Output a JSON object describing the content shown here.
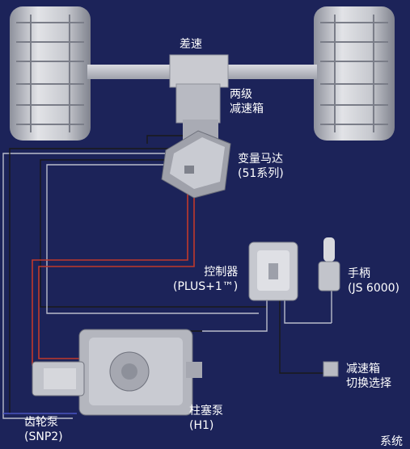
{
  "labels": {
    "differential": "差速",
    "gearbox": [
      "两级",
      "减速箱"
    ],
    "motor": [
      "变量马达",
      "(51系列)"
    ],
    "controller": [
      "控制器",
      "(PLUS+1™)"
    ],
    "joystick": [
      "手柄",
      "(JS 6000)"
    ],
    "shift_select": [
      "减速箱",
      "切换选择"
    ],
    "piston_pump": [
      "柱塞泵",
      "(H1)"
    ],
    "gear_pump": [
      "齿轮泵",
      "(SNP2)"
    ],
    "corner_text": "系统"
  },
  "colors": {
    "background": "#1c2359",
    "component_fill": "#d4d5da",
    "component_shade": "#9a9ca5",
    "hydraulic_line": "#c0392b",
    "signal_line": "#1a1a1a",
    "signal_line_light": "#b9bccb",
    "blue_line": "#4a55c8"
  },
  "icons": [
    "wheel-icon",
    "axle-icon",
    "motor-icon",
    "controller-icon",
    "joystick-icon",
    "switch-icon",
    "pump-icon"
  ]
}
